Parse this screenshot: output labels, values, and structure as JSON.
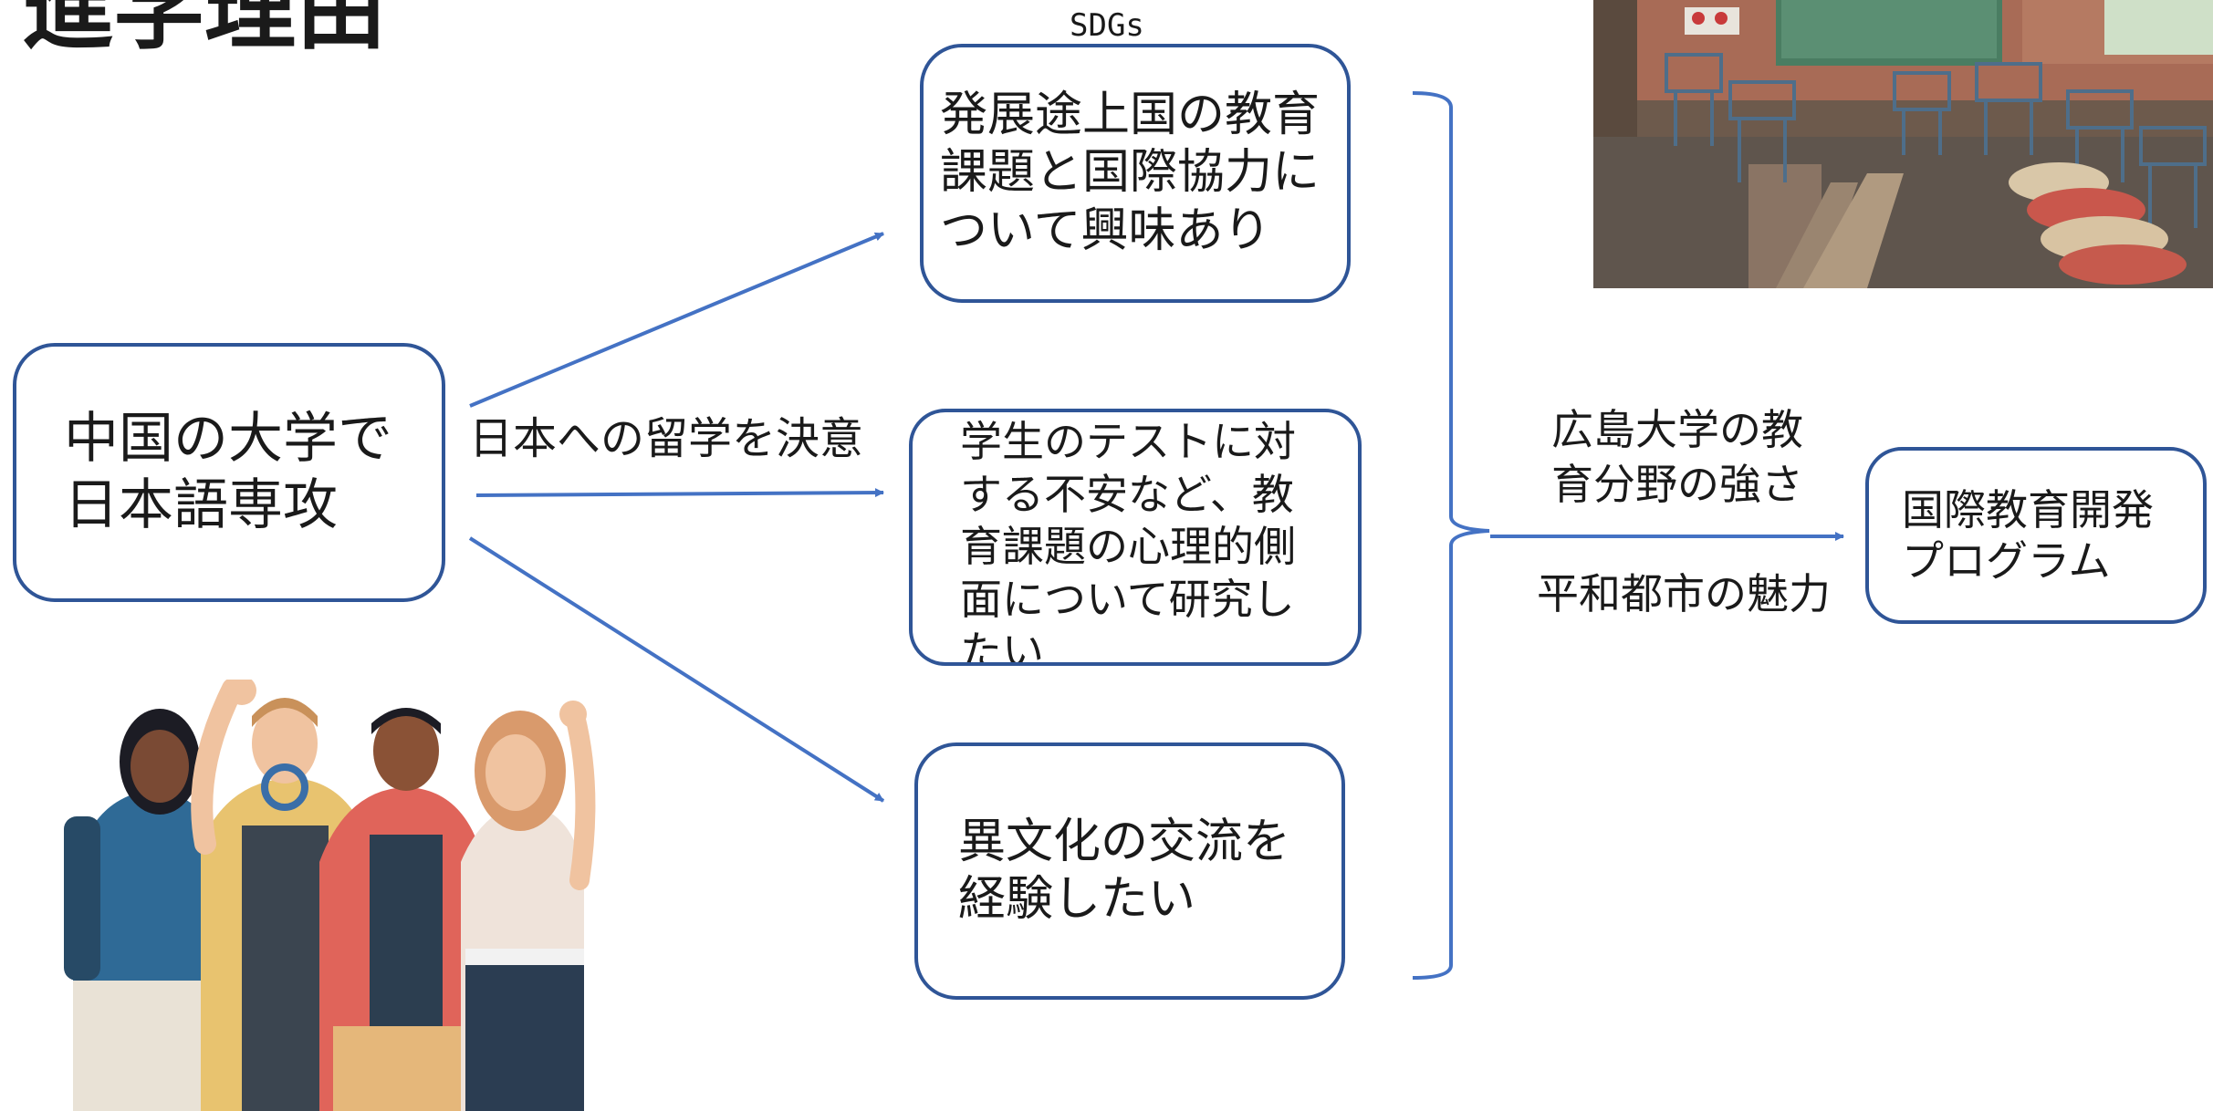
{
  "slide": {
    "title": "進学理由"
  },
  "nodes": {
    "origin": "中国の大学で\n日本語専攻",
    "reason_education": "発展途上国の教育\n課題と国際協力に\nついて興味あり",
    "reason_psychology": "学生のテストに対\nする不安など、教\n育課題の心理的側\n面について研究し\nたい",
    "reason_culture": "異文化の交流を\n経験したい",
    "goal": "国際教育開発\nプログラム"
  },
  "labels": {
    "sdgs": "SDGs",
    "decision": "日本への留学を決意",
    "strength": "広島大学の教\n育分野の強さ",
    "peace_city": "平和都市の魅力"
  },
  "colors": {
    "accent": "#2f5597",
    "arrow": "#4472c4"
  },
  "images": {
    "classroom_photo": "damaged-classroom-photo",
    "students_illustration": "four-students-illustration"
  }
}
